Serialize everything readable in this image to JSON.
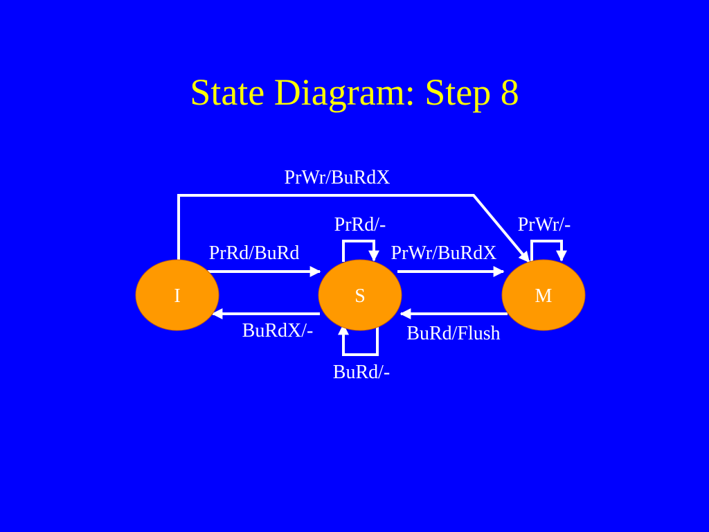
{
  "slide": {
    "title": "State Diagram: Step 8"
  },
  "states": {
    "i": "I",
    "s": "S",
    "m": "M"
  },
  "transitions": {
    "i_to_m": "PrWr/BuRdX",
    "s_self_top": "PrRd/-",
    "m_self": "PrWr/-",
    "i_to_s": "PrRd/BuRd",
    "s_to_m": "PrWr/BuRdX",
    "s_to_i": "BuRdX/-",
    "m_to_s": "BuRd/Flush",
    "s_self_bottom": "BuRd/-"
  },
  "colors": {
    "background": "#0000ff",
    "title": "#ffff00",
    "state_fill": "#ff9900",
    "edge": "#ffffff"
  }
}
